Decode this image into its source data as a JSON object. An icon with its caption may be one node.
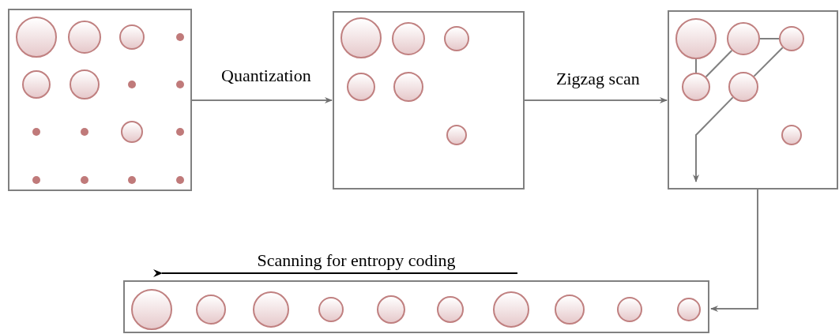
{
  "diagram": {
    "nodes": [
      {
        "text": [],
        "shape": "box"
      },
      {
        "text": [],
        "shape": "circle",
        "in": 0
      },
      {
        "text": [],
        "shape": "circle",
        "in": 0
      },
      {
        "text": [],
        "shape": "circle",
        "in": 0
      },
      {
        "text": [],
        "shape": "circle",
        "in": 0
      },
      {
        "text": [],
        "shape": "circle",
        "in": 0
      },
      {
        "text": [],
        "shape": "circle",
        "in": 0
      },
      {
        "text": [],
        "shape": "circle",
        "in": 0
      },
      {
        "text": [],
        "shape": "circle",
        "in": 0
      },
      {
        "text": [],
        "shape": "circle",
        "in": 0
      },
      {
        "text": [],
        "shape": "circle",
        "in": 0
      },
      {
        "text": [],
        "shape": "circle",
        "in": 0
      },
      {
        "text": [],
        "shape": "circle",
        "in": 0
      },
      {
        "text": [],
        "shape": "circle",
        "in": 0
      },
      {
        "text": [],
        "shape": "circle",
        "in": 0
      },
      {
        "text": [],
        "shape": "circle",
        "in": 0
      },
      {
        "text": [],
        "shape": "circle",
        "in": 0
      },
      {
        "text": [],
        "shape": "box"
      },
      {
        "text": [],
        "shape": "circle",
        "in": 17
      },
      {
        "text": [],
        "shape": "circle",
        "in": 17
      },
      {
        "text": [],
        "shape": "circle",
        "in": 17
      },
      {
        "text": [],
        "shape": "circle",
        "in": 17
      },
      {
        "text": [],
        "shape": "circle",
        "in": 17
      },
      {
        "text": [],
        "shape": "circle",
        "in": 17
      },
      {
        "text": [],
        "shape": "box"
      },
      {
        "text": [],
        "shape": "circle",
        "in": 24
      },
      {
        "text": [],
        "shape": "circle",
        "in": 24
      },
      {
        "text": [],
        "shape": "circle",
        "in": 24
      },
      {
        "text": [],
        "shape": "circle",
        "in": 24
      },
      {
        "text": [],
        "shape": "circle",
        "in": 24
      },
      {
        "text": [],
        "shape": "circle",
        "in": 24
      },
      {
        "text": [],
        "shape": "box"
      },
      {
        "text": [],
        "shape": "circle",
        "in": 31
      },
      {
        "text": [],
        "shape": "circle",
        "in": 31
      },
      {
        "text": [],
        "shape": "circle",
        "in": 31
      },
      {
        "text": [],
        "shape": "circle",
        "in": 31
      },
      {
        "text": [],
        "shape": "circle",
        "in": 31
      },
      {
        "text": [],
        "shape": "circle",
        "in": 31
      },
      {
        "text": [],
        "shape": "circle",
        "in": 31
      },
      {
        "text": [],
        "shape": "circle",
        "in": 31
      },
      {
        "text": [],
        "shape": "circle",
        "in": 31
      },
      {
        "text": [],
        "shape": "circle",
        "in": 31
      }
    ],
    "edges": [
      {
        "from": 0,
        "to": 17,
        "arrow": "to",
        "label": "Quantization"
      },
      {
        "from": 17,
        "to": 24,
        "arrow": "to",
        "label": "Zigzag scan"
      },
      {
        "from": 24,
        "to": 31,
        "arrow": "to"
      },
      {
        "from": 25,
        "to": 28,
        "arrow": "none"
      },
      {
        "from": 28,
        "to": 26,
        "arrow": "none"
      },
      {
        "from": 26,
        "to": 27,
        "arrow": "none"
      },
      {
        "from": 27,
        "to": 29,
        "arrow": "none"
      },
      {
        "from": 29,
        "to": null,
        "arrow": "to"
      }
    ],
    "labels": [
      "Scanning for entropy coding"
    ]
  }
}
